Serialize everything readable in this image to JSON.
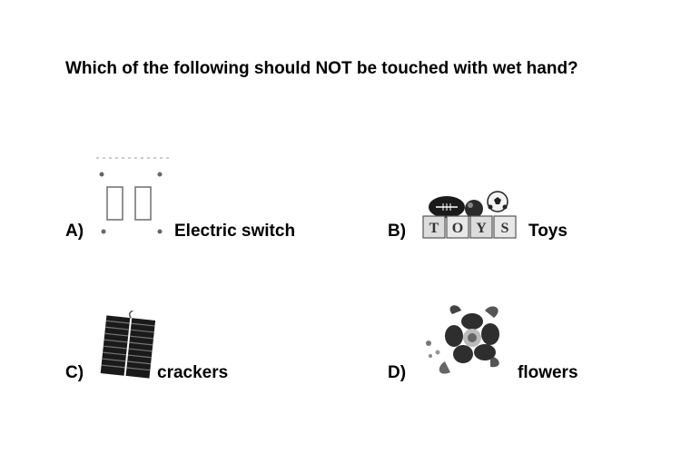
{
  "question": "Which of the following should NOT be touched with wet hand?",
  "options": [
    {
      "letter": "A)",
      "text": "Electric switch",
      "icon": "electric-switch-icon"
    },
    {
      "letter": "B)",
      "text": "Toys",
      "icon": "toys-icon",
      "block_letters": [
        "T",
        "O",
        "Y",
        "S"
      ]
    },
    {
      "letter": "C)",
      "text": "crackers",
      "icon": "crackers-icon"
    },
    {
      "letter": "D)",
      "text": "flowers",
      "icon": "flowers-icon"
    }
  ]
}
